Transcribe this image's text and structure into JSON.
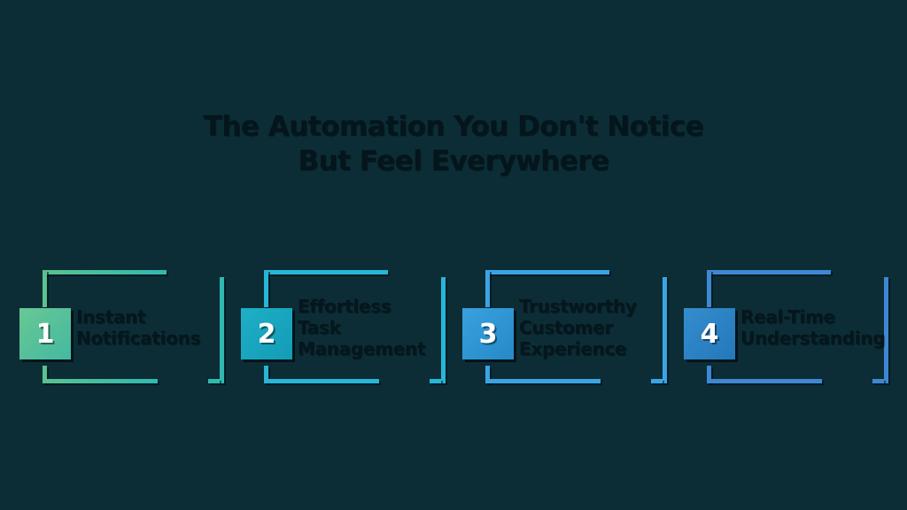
{
  "colors": {
    "background": "#0c2d36",
    "title": "#04151b",
    "label": "#05161c",
    "number": "#ffffff"
  },
  "title": {
    "text": "The Automation You Don't Notice\nBut Feel Everywhere"
  },
  "steps": [
    {
      "number": "1",
      "label": "Instant\nNotifications",
      "square_start": "#68c893",
      "square_end": "#44b9a2",
      "frame_start": "#5bc18e",
      "frame_end": "#30b9b1"
    },
    {
      "number": "2",
      "label": "Effortless\nTask\nManagement",
      "square_start": "#1eafc6",
      "square_end": "#139cb5",
      "frame_start": "#27b6d7",
      "frame_end": "#27b6d7"
    },
    {
      "number": "3",
      "label": "Trustworthy\nCustomer\nExperience",
      "square_start": "#39a1de",
      "square_end": "#2689c9",
      "frame_start": "#3ba4e4",
      "frame_end": "#3ba4e4"
    },
    {
      "number": "4",
      "label": "Real-Time\nUnderstanding",
      "square_start": "#348dce",
      "square_end": "#2478b9",
      "frame_start": "#3e88d3",
      "frame_end": "#3e88d3"
    }
  ]
}
